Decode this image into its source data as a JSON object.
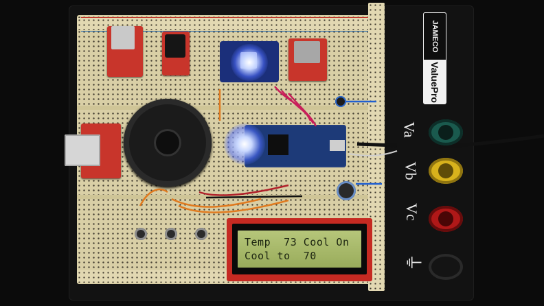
{
  "brand": {
    "logo_text": "JAMECO",
    "model_text": "ValuePro"
  },
  "binding_posts": [
    {
      "label": "Va",
      "color": "#1a5a4e"
    },
    {
      "label": "Vb",
      "color": "#d8b21c"
    },
    {
      "label": "Vc",
      "color": "#b01818"
    }
  ],
  "ground_symbol": "⏚",
  "lcd": {
    "line1": "Temp  73 Cool On",
    "line2": "Cool to  70"
  },
  "colors": {
    "board": "#d9cfa6",
    "breakout_red": "#c8352b",
    "teensy_blue": "#1d3a78",
    "lcd_green": "#a7b86a"
  }
}
